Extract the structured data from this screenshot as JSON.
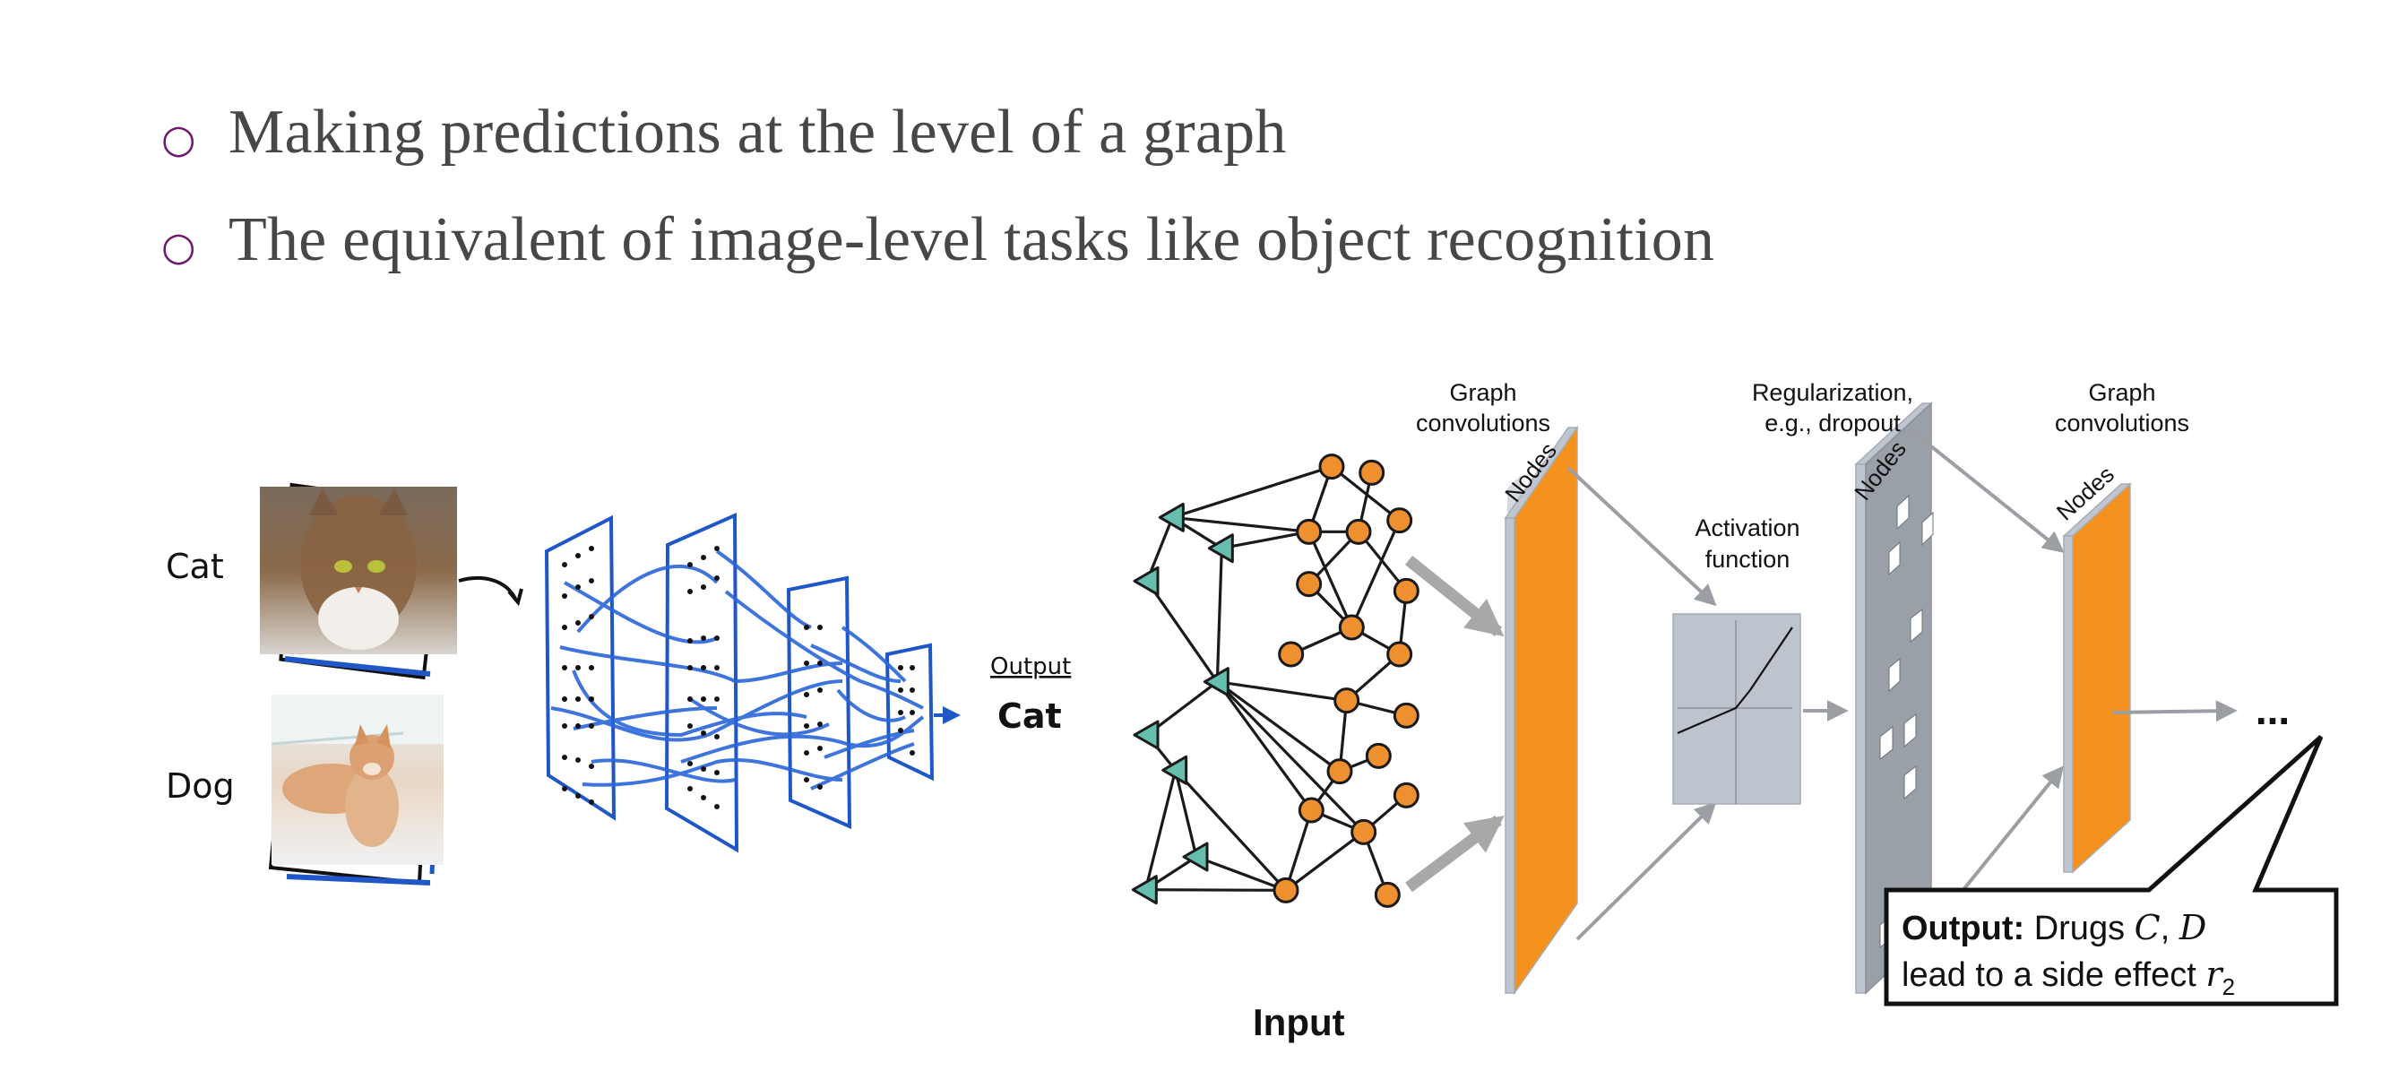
{
  "bullets": [
    {
      "marker": "○",
      "text": "Making predictions at the level of a graph"
    },
    {
      "marker": "○",
      "text": "The equivalent of image-level tasks like object recognition"
    }
  ],
  "cnn_figure": {
    "input_labels": [
      "Cat",
      "Dog"
    ],
    "output_heading": "Output",
    "output_value": "Cat",
    "colors": {
      "ink": "#1f56c8",
      "dots": "#111111"
    }
  },
  "gnn_figure": {
    "input_label": "Input",
    "stages": [
      {
        "title_line1": "Graph",
        "title_line2": "convolutions",
        "axis_label": "Nodes"
      },
      {
        "title_line1": "Activation",
        "title_line2": "function"
      },
      {
        "title_line1": "Regularization,",
        "title_line2": "e.g., dropout",
        "axis_label": "Nodes"
      },
      {
        "title_line1": "Graph",
        "title_line2": "convolutions",
        "axis_label": "Nodes"
      }
    ],
    "continuation": "...",
    "output_box": {
      "bold": "Output:",
      "line1_rest": " Drugs ",
      "var_c": "C",
      "sep": ", ",
      "var_d": "D",
      "line2": "lead to a side effect ",
      "var_r": "r",
      "var_r_sub": "2"
    },
    "colors": {
      "orange": "#f5921e",
      "slab_edge": "#c0c6d0",
      "dropout_gray": "#9aa0a8",
      "arrow_gray": "#9b9ea3",
      "teal": "#66bfae"
    }
  }
}
